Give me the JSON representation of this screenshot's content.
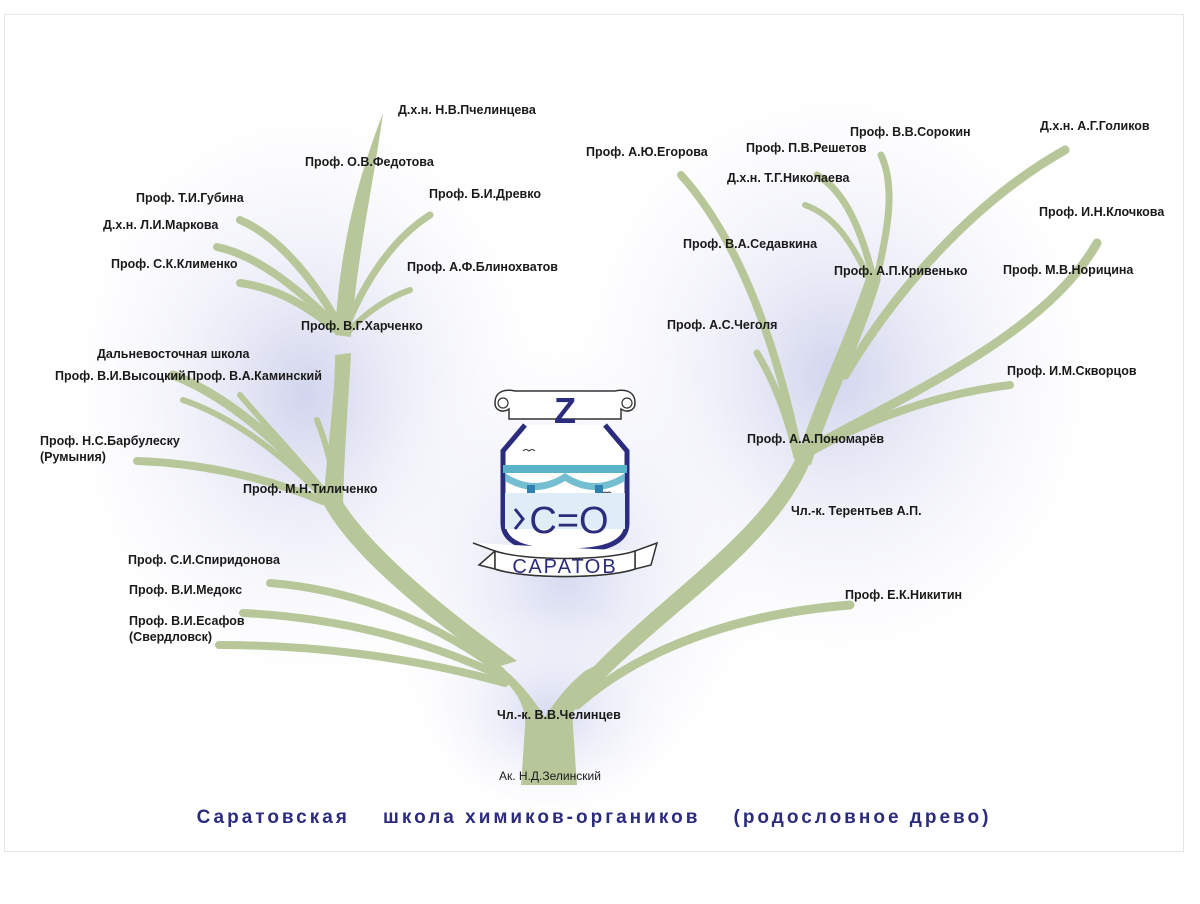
{
  "title": "Саратовская    школа химиков-органиков    (родословное древо)",
  "colors": {
    "branch": "#b7c79a",
    "glow": "#d7dbef",
    "logo_blue": "#2b2c7e",
    "bridge": "#5ab3c8",
    "title": "#2b2c7e"
  },
  "logo": {
    "top_letter": "Z",
    "formula": "C=O",
    "city": "САРАТОВ",
    "icons": [
      "scroll-icon",
      "bridge-icon",
      "birds-icon"
    ]
  },
  "nodes": {
    "root": "Ак. Н.Д.Зелинский",
    "trunk": "Чл.-к. В.В.Челинцев",
    "left_hub_low": "Проф. М.Н.Тиличенко",
    "left_hub_high": "Проф. В.Г.Харченко",
    "right_hub_low": "Чл.-к. Терентьев А.П.",
    "right_hub_mid": "Проф. А.А.Пономарёв",
    "right_hub_high": "Проф. А.П.Кривенько"
  },
  "labels": {
    "pchelintseva": "Д.х.н. Н.В.Пчелинцева",
    "fedotova": "Проф. О.В.Федотова",
    "gubina": "Проф. Т.И.Губина",
    "drevko": "Проф. Б.И.Древко",
    "markova": "Д.х.н. Л.И.Маркова",
    "klimenko": "Проф. С.К.Клименко",
    "blinokhvatov": "Проф. А.Ф.Блинохватов",
    "far_east": "Дальневосточная школа",
    "vysotsky": "Проф. В.И.Высоцкий",
    "kaminsky": "Проф. В.А.Каминский",
    "barbulesku": "Проф. Н.С.Барбулеску",
    "romania": "(Румыния)",
    "spiridonova": "Проф. С.И.Спиридонова",
    "medoks": "Проф. В.И.Медокс",
    "esafov": "Проф. В.И.Есафов",
    "sverdlovsk": "(Свердловск)",
    "egorova": "Проф. А.Ю.Егорова",
    "reshetov": "Проф. П.В.Решетов",
    "sorokin": "Проф. В.В.Сорокин",
    "golikov": "Д.х.н. А.Г.Голиков",
    "nikolaeva": "Д.х.н. Т.Г.Николаева",
    "klochkova": "Проф. И.Н.Клочкова",
    "sedavkina": "Проф. В.А.Седавкина",
    "noritsina": "Проф. М.В.Норицина",
    "chegolya": "Проф. А.С.Чеголя",
    "skvortsov": "Проф. И.М.Скворцов",
    "nikitin": "Проф. Е.К.Никитин"
  }
}
